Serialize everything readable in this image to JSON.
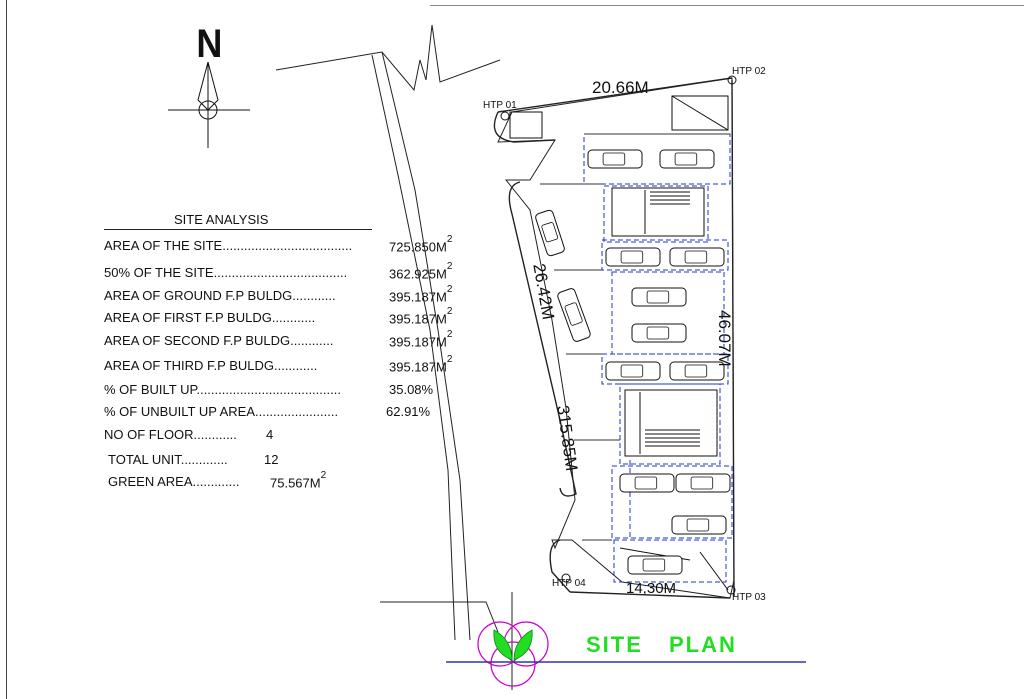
{
  "north_label": "N",
  "site_analysis": {
    "title": "SITE ANALYSIS",
    "rows": [
      {
        "label": "AREA OF THE SITE....................................",
        "value": "725.850M",
        "sup": "2"
      },
      {
        "label": "50% OF THE SITE.....................................",
        "value": "362.925M",
        "sup": "2"
      },
      {
        "label": "AREA OF  GROUND F.P BULDG............",
        "value": "395.187M",
        "sup": "2"
      },
      {
        "label": "AREA OF  FIRST F.P BULDG............",
        "value": "395.187M",
        "sup": "2"
      },
      {
        "label": "AREA OF  SECOND F.P BULDG............",
        "value": "395.187M",
        "sup": "2"
      },
      {
        "label": "AREA OF  THIRD F.P BULDG............",
        "value": "395.187M",
        "sup": "2"
      },
      {
        "label": "% OF BUILT UP........................................",
        "value": "35.08%",
        "sup": ""
      },
      {
        "label": "% OF UNBUILT UP AREA.......................",
        "value": "62.91%",
        "sup": ""
      },
      {
        "label": "NO OF FLOOR............",
        "value": "4",
        "sup": ""
      },
      {
        "label": "TOTAL UNIT.............",
        "value": "12",
        "sup": ""
      },
      {
        "label": "GREEN AREA.............",
        "value": "75.567M",
        "sup": "2"
      }
    ]
  },
  "dimensions": {
    "top": "20.66M",
    "right": "46.07M",
    "left_upper": "26.42M",
    "left_lower": "315.85M",
    "bottom": "14,30M"
  },
  "survey_points": {
    "htp01": "HTP 01",
    "htp02": "HTP 02",
    "htp03": "HTP 03",
    "htp04": "HTP 04"
  },
  "plan_title": "SITE PLAN",
  "colors": {
    "title_green": "#22dd22",
    "logo_magenta": "#cc00cc",
    "baseline_blue": "#3333aa",
    "grid_blue": "#2233cc"
  },
  "icons": [
    "north-arrow-icon",
    "car-icon",
    "stair-icon",
    "logo-leaf-icon"
  ]
}
